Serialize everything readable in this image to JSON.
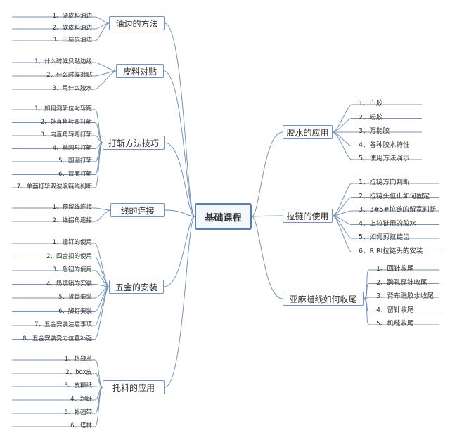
{
  "diagram": {
    "root": "基础课程",
    "left_branches": [
      {
        "label": "油边的方法",
        "items": [
          "1、硬皮料油边",
          "2、软皮料油边",
          "3、三层皮油边"
        ]
      },
      {
        "label": "皮料对贴",
        "items": [
          "1、什么时候只贴边缘",
          "2、什么时候对贴",
          "3、用什么胶水"
        ]
      },
      {
        "label": "打斩方法技巧",
        "items": [
          "1、如何测斩位对斩距",
          "2、外直角转弯打斩",
          "3、内直角转弯打斩",
          "4、椭圆形打斩",
          "5、圆圈打斩",
          "6、双面打斩",
          "7、单面打斩双波浪链线判断"
        ]
      },
      {
        "label": "线的连接",
        "items": [
          "1、预留线连接",
          "2、线拐角连接"
        ]
      },
      {
        "label": "五金的安装",
        "items": [
          "1、撞钉的使用",
          "2、四合扣的使用",
          "3、急钮的使用",
          "4、奶嘴锁的安装",
          "5、折锁安装",
          "6、脚钉安装",
          "7、五金安装注意事项",
          "8、五金安装受力位置补强"
        ]
      },
      {
        "label": "托料的应用",
        "items": [
          "1、植鞣革",
          "2、box皮",
          "3、皮糠纸",
          "4、超纤",
          "5、补强带",
          "6、塔林"
        ]
      }
    ],
    "right_branches": [
      {
        "label": "胶水的应用",
        "items": [
          "1、白胶",
          "2、粉胶",
          "3、万能胶",
          "4、各种胶水特性",
          "5、使用方法演示"
        ]
      },
      {
        "label": "拉链的使用",
        "items": [
          "1、拉链方向判断",
          "2、拉链头位止如何固定",
          "3、3#5#拉链的留宽判断",
          "4、上拉链用的胶水",
          "5、如何剪拉链齿",
          "6、RIRI拉链头的安装"
        ]
      },
      {
        "label": "亚麻蜡线如何收尾",
        "items": [
          "1、回针收尾",
          "2、跨孔穿针收尾",
          "3、背布贴胶水收尾",
          "4、留针收尾",
          "5、机缝收尾"
        ]
      }
    ]
  },
  "colors": {
    "line": "#7893b3",
    "root_border": "#5e7ea6",
    "text": "#333333"
  }
}
